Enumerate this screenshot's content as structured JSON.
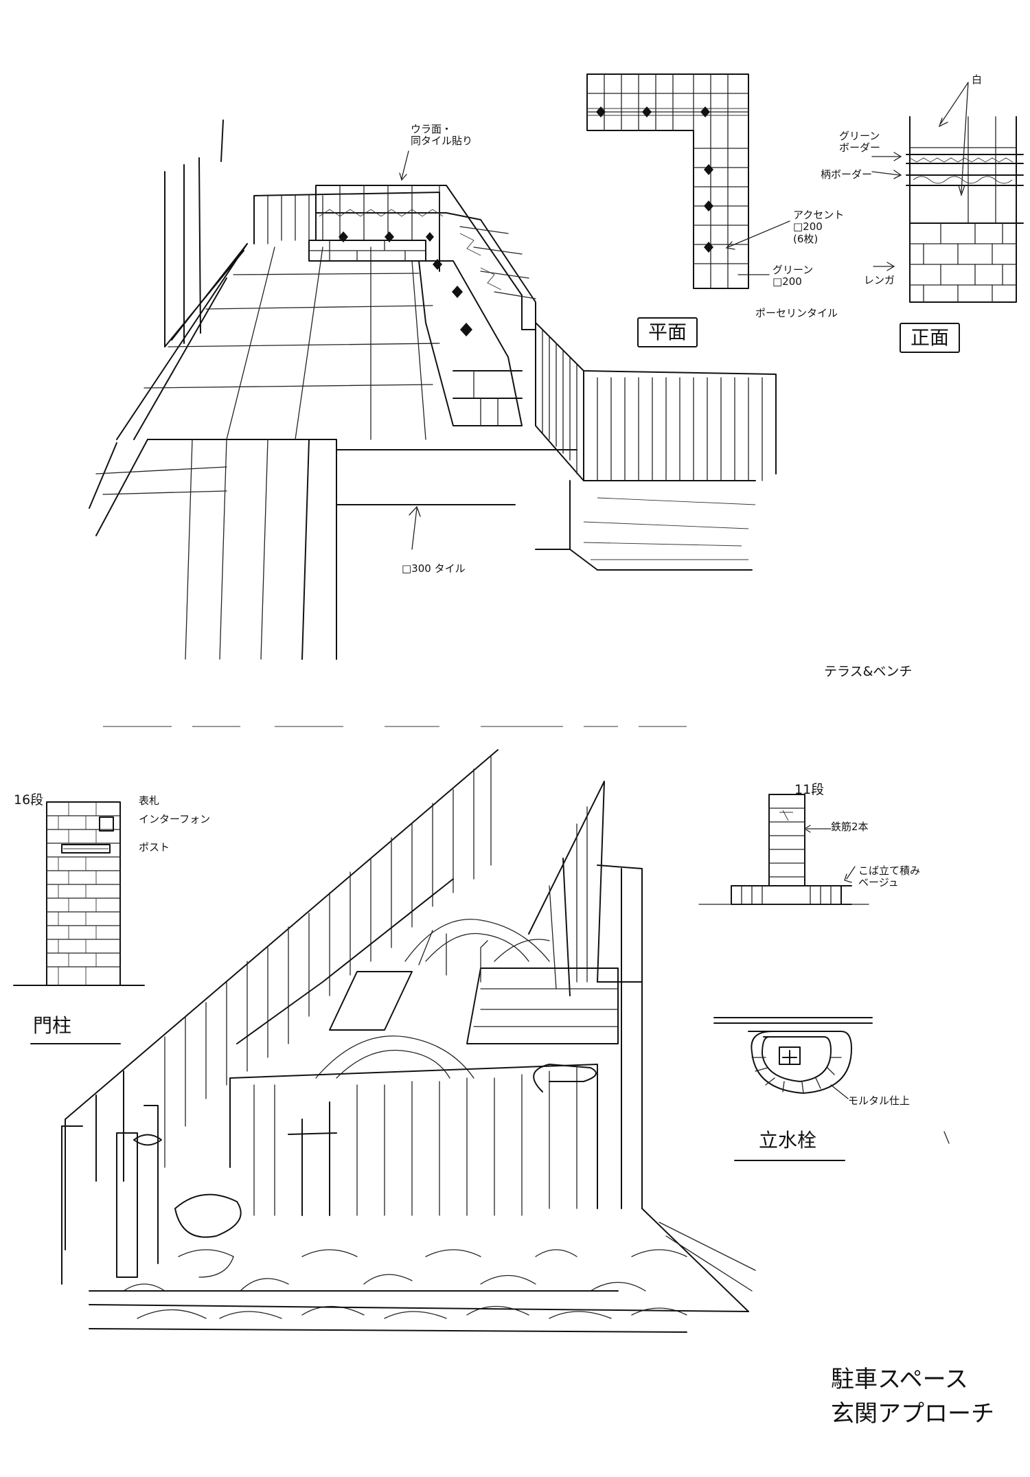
{
  "terrace_section": {
    "annotation_back_face": "ウラ面・\n同タイル貼り",
    "annotation_tile": "□300 タイル",
    "plan_view": {
      "title": "平面",
      "accent_label": "アクセント\n□200\n(6枚)",
      "green_label": "グリーン\n□200",
      "porcelain_label": "ポーセリンタイル"
    },
    "front_view": {
      "title": "正面",
      "white_label": "白",
      "green_border_label": "グリーン\nボーダー",
      "pattern_border_label": "柄ボーダー",
      "brick_label": "レンガ"
    },
    "caption": "テラス&ベンチ"
  },
  "approach_section": {
    "gate_pillar": {
      "courses": "16段",
      "nameplate_label": "表札",
      "intercom_label": "インターフォン",
      "post_label": "ポスト",
      "title": "門柱"
    },
    "water_faucet": {
      "courses": "11段",
      "rebar_label": "鉄筋2本",
      "brick_label": "こば立て積み\nベージュ",
      "mortar_label": "モルタル仕上",
      "title": "立水栓"
    },
    "caption_line1": "駐車スペース",
    "caption_line2": "玄関アプローチ"
  }
}
